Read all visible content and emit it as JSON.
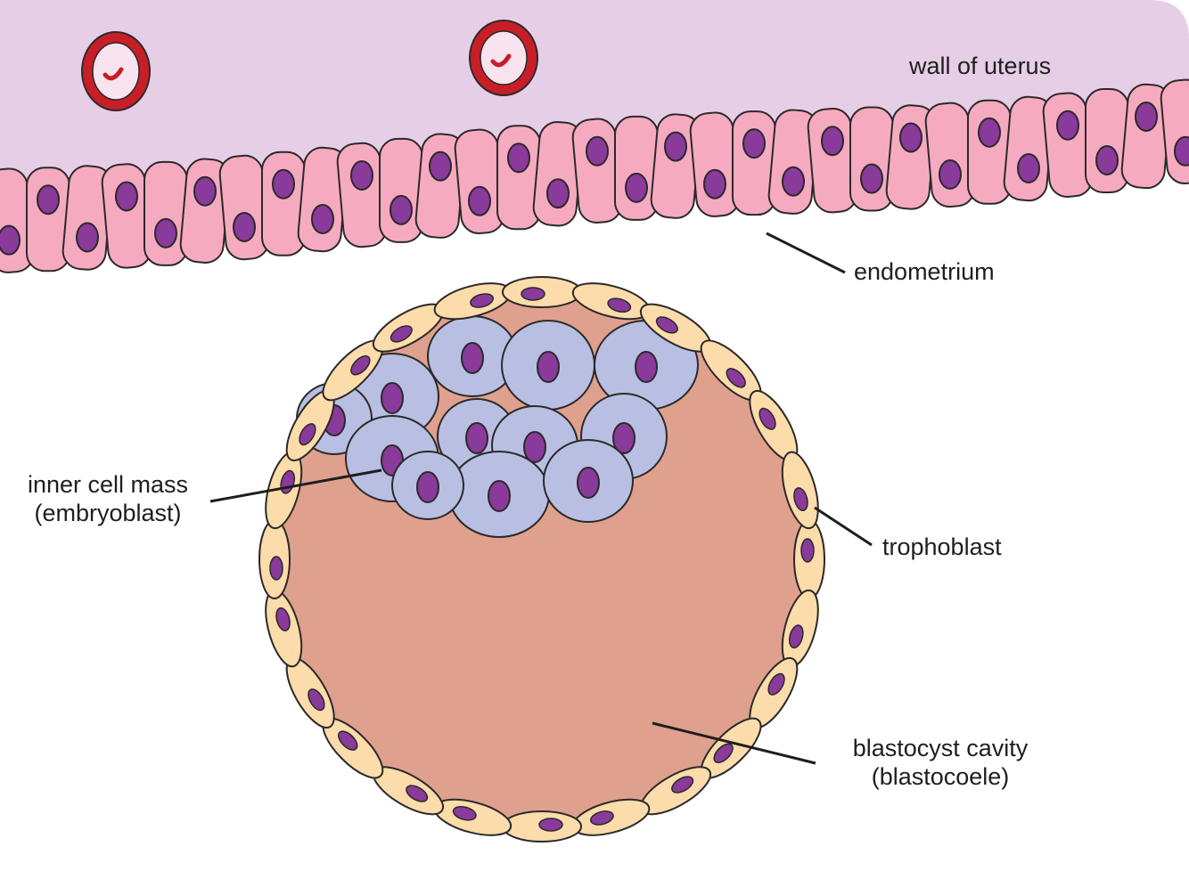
{
  "colors": {
    "uterus_wall": "#e6cfe6",
    "endometrium_cell": "#f6aac0",
    "trophoblast_cell": "#fbdcaa",
    "inner_cell_mass": "#b9bfe2",
    "blastocoele": "#e0a08e",
    "nucleus": "#8a3a9a",
    "blood_vessel": "#c81e28",
    "outline": "#2a2a2a"
  },
  "labels": {
    "wall_of_uterus": "wall of uterus",
    "endometrium": "endometrium",
    "inner_cell_mass_line1": "inner cell mass",
    "inner_cell_mass_line2": "(embryoblast)",
    "trophoblast": "trophoblast",
    "blastocyst_cavity_line1": "blastocyst cavity",
    "blastocyst_cavity_line2": "(blastocoele)"
  }
}
